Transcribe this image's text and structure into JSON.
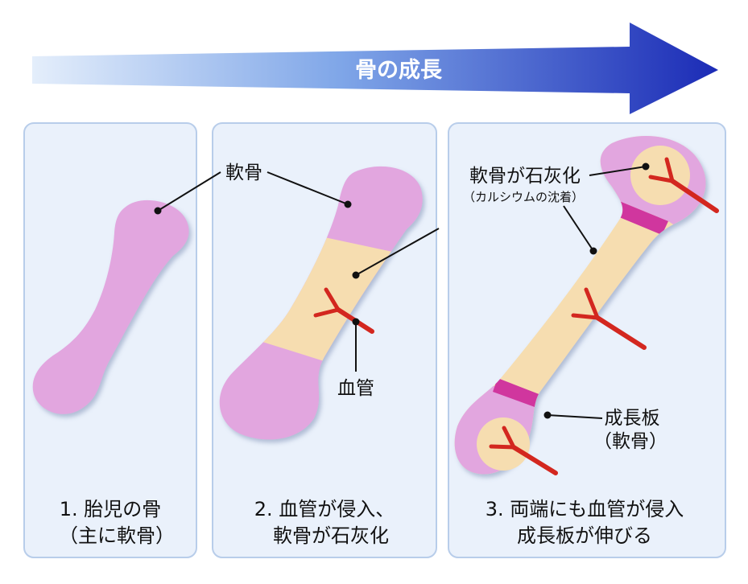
{
  "title": "骨の成長",
  "panels": [
    {
      "caption_line1": "1. 胎児の骨",
      "caption_line2": "（主に軟骨）"
    },
    {
      "caption_line1": "2. 血管が侵入、",
      "caption_line2": "軟骨が石灰化"
    },
    {
      "caption_line1": "3. 両端にも血管が侵入",
      "caption_line2": "成長板が伸びる"
    }
  ],
  "labels": {
    "cartilage": "軟骨",
    "blood_vessel": "血管",
    "calcification": "軟骨が石灰化",
    "calcification_note": "（カルシウムの沈着）",
    "growth_plate": "成長板",
    "growth_plate_note": "（軟骨）"
  },
  "colors": {
    "arrow_dark": "#1e2fb8",
    "arrow_light": "#d6e7fb",
    "panel_fill": "#eaf1fb",
    "panel_border": "#b8cdea",
    "cartilage": "#e2a6df",
    "bone": "#f6ddb0",
    "growth_plate": "#d0369e",
    "vessel": "#d3271f"
  }
}
